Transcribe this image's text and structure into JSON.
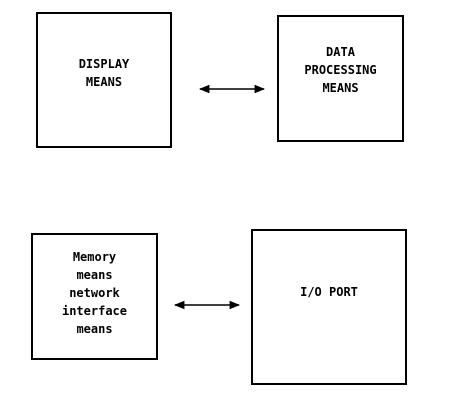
{
  "boxes": {
    "display": {
      "label": "DISPLAY\nMEANS"
    },
    "data_processing": {
      "label": "DATA\nPROCESSING\nMEANS"
    },
    "memory": {
      "label": "Memory\nmeans\nnetwork\ninterface\nmeans"
    },
    "io_port": {
      "label": "I/O PORT"
    }
  },
  "connections": [
    {
      "from": "display",
      "to": "data_processing",
      "type": "bidirectional"
    },
    {
      "from": "memory",
      "to": "io_port",
      "type": "bidirectional"
    }
  ],
  "colors": {
    "line": "#000000",
    "background": "#ffffff"
  }
}
